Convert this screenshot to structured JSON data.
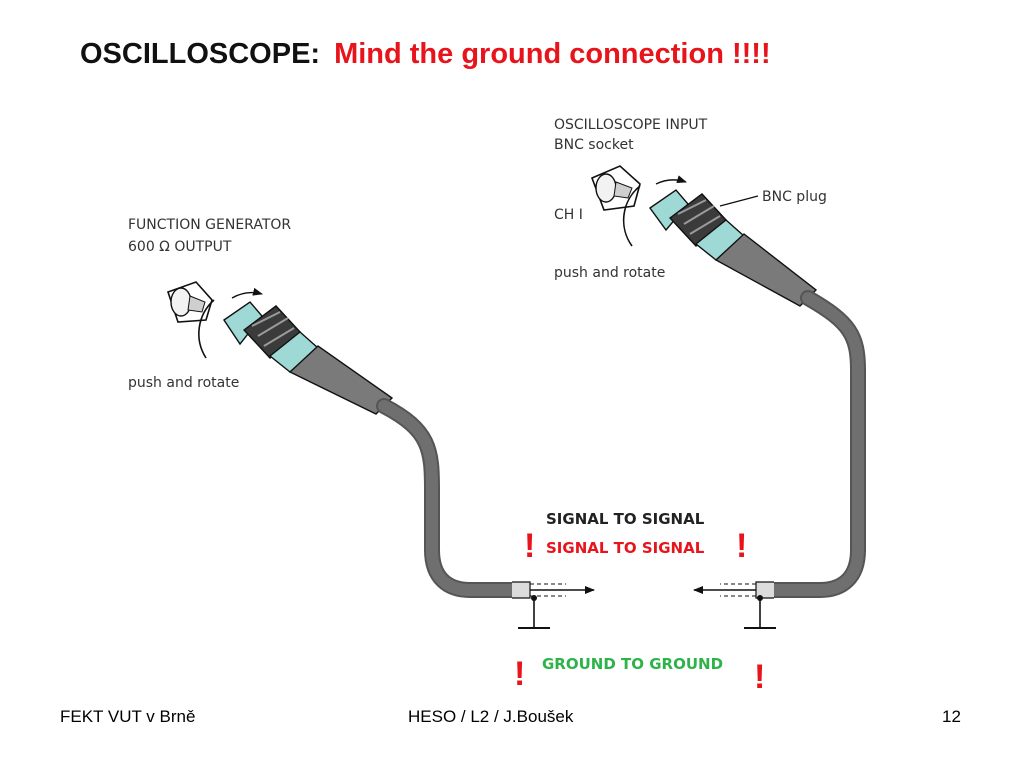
{
  "title": {
    "main": "OSCILLOSCOPE:",
    "accent": "Mind the ground connection !!!!",
    "accent_color": "#e8141b"
  },
  "diagram": {
    "generator_label_line1": "FUNCTION GENERATOR",
    "generator_label_line2": "600 Ω  OUTPUT",
    "generator_action": "push and rotate",
    "scope_label_line1": "OSCILLOSCOPE INPUT",
    "scope_label_line2": "BNC socket",
    "scope_channel": "CH I",
    "scope_action": "push and rotate",
    "plug_label": "BNC plug",
    "signal_label_black": "SIGNAL TO SIGNAL",
    "signal_label_red": "SIGNAL TO SIGNAL",
    "ground_label": "GROUND TO GROUND",
    "warning_mark": "!",
    "colors": {
      "cable": "#6f6f6f",
      "warning": "#e8141b",
      "ground_text": "#2db34a",
      "connector_ring": "#9fd9d6"
    }
  },
  "footer": {
    "left": "FEKT VUT v Brně",
    "center": "HESO  /  L2 /  J.Boušek",
    "page": "12"
  }
}
